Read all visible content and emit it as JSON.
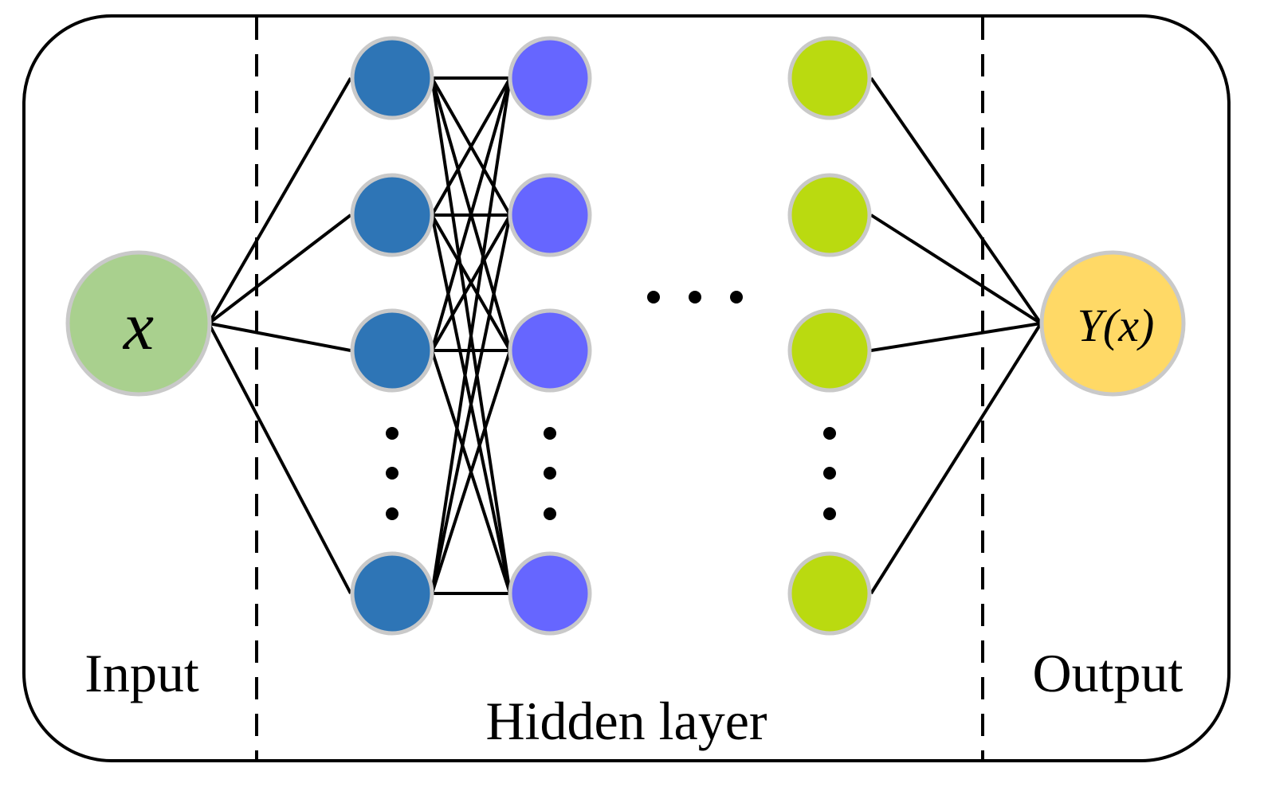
{
  "labels": {
    "input": "Input",
    "hidden": "Hidden layer",
    "output": "Output"
  },
  "input_node": {
    "text": "x",
    "color": "#a9d08e",
    "stroke": "#c9c9c9"
  },
  "output_node": {
    "text": "Y(x)",
    "color": "#ffd966",
    "stroke": "#c9c9c9"
  },
  "hidden_layers": [
    {
      "name": "hidden-layer-1",
      "color": "#2e75b6"
    },
    {
      "name": "hidden-layer-2",
      "color": "#6666ff"
    },
    {
      "name": "hidden-layer-last",
      "color": "#bada10"
    }
  ],
  "node_stroke": "#c9c9c9",
  "line_color": "#000000"
}
